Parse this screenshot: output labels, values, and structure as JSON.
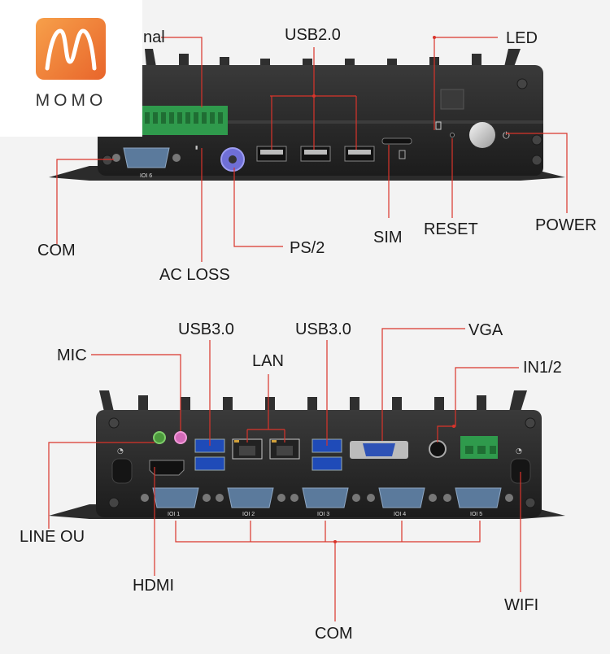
{
  "logo": {
    "text": "MOMO"
  },
  "top_panel": {
    "cut_label": "nal",
    "port_tag": "IOI 6",
    "labels": {
      "usb20": "USB2.0",
      "led": "LED",
      "com": "COM",
      "ac_loss": "AC LOSS",
      "ps2": "PS/2",
      "sim": "SIM",
      "reset": "RESET",
      "power": "POWER"
    }
  },
  "bottom_panel": {
    "port_tags": [
      "IOI 1",
      "IOI 2",
      "IOI 3",
      "IOI 4",
      "IOI 5"
    ],
    "labels": {
      "mic": "MIC",
      "usb30_left": "USB3.0",
      "usb30_right": "USB3.0",
      "lan": "LAN",
      "vga": "VGA",
      "in12": "IN1/2",
      "line_out": "LINE OU",
      "hdmi": "HDMI",
      "com": "COM",
      "wifi": "WIFI"
    }
  },
  "colors": {
    "leader": "#d9342b",
    "chassis": "#2a2a2a",
    "terminal": "#2f9a4c",
    "ps2": "#6f6fd6",
    "logo": "#ec7a35"
  }
}
